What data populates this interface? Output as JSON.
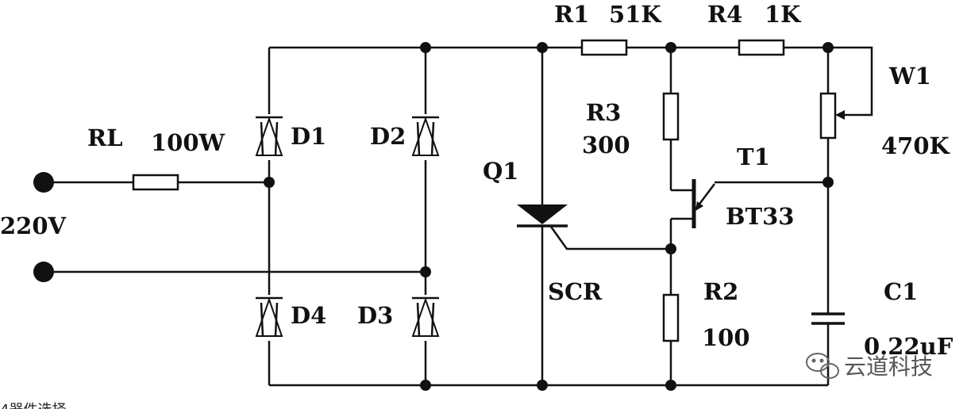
{
  "labels": {
    "r1": "R1",
    "r1_value": "51K",
    "r4": "R4",
    "r4_value": "1K",
    "w1": "W1",
    "w1_value": "470K",
    "rl": "RL",
    "rl_value": "100W",
    "d1": "D1",
    "d2": "D2",
    "d3": "D3",
    "d4": "D4",
    "supply": "220V",
    "q1": "Q1",
    "scr": "SCR",
    "r3": "R3",
    "r3_value": "300",
    "t1": "T1",
    "t1_part": "BT33",
    "r2": "R2",
    "r2_value": "100",
    "c1": "C1",
    "c1_value": "0.22uF"
  },
  "watermark": {
    "text": "云道科技",
    "icon": "wechat-icon"
  },
  "bottom_fragment": "4器件选择"
}
